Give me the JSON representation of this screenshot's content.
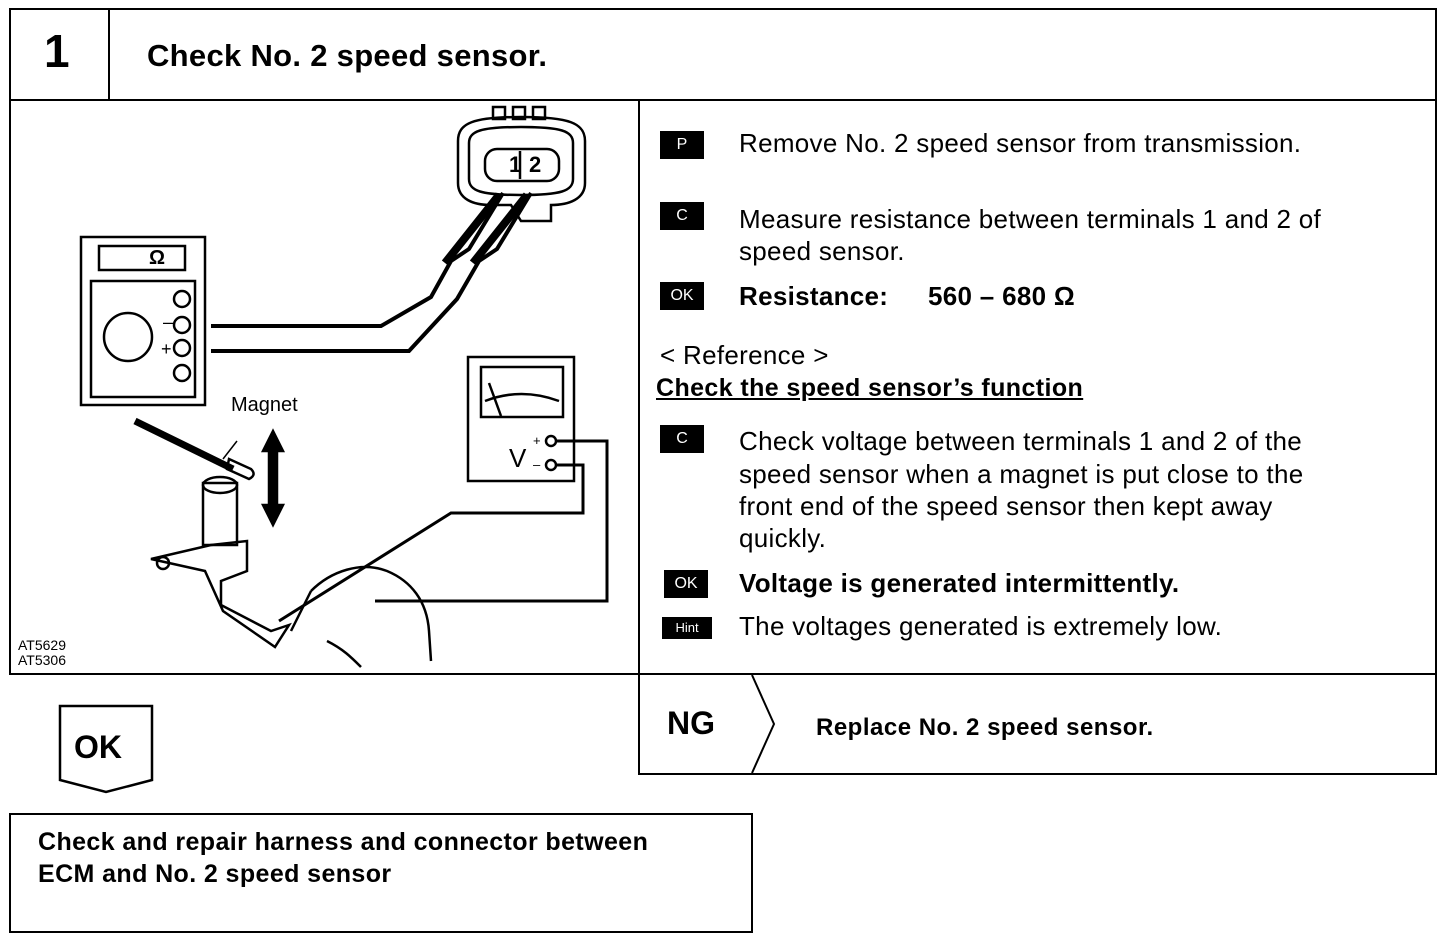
{
  "step": {
    "number": "1",
    "title": "Check No. 2 speed sensor."
  },
  "figure": {
    "codes": [
      "AT5629",
      "AT5306"
    ],
    "ohm_symbol": "Ω",
    "magnet_label": "Magnet",
    "voltmeter_label": "V",
    "terminal_labels": [
      "1",
      "2"
    ],
    "plus": "+",
    "minus": "–"
  },
  "instructions": [
    {
      "badge": "P",
      "text": "Remove No. 2 speed sensor from transmission."
    },
    {
      "badge": "C",
      "text_lines": [
        "Measure resistance between terminals 1 and 2 of",
        "speed sensor."
      ]
    },
    {
      "badge": "OK",
      "label": "Resistance:",
      "value": "560 – 680 Ω"
    }
  ],
  "reference": {
    "heading": "< Reference >",
    "title": "Check the speed sensor’s function",
    "check_badge": "C",
    "check_lines": [
      "Check voltage between terminals 1 and 2 of the",
      "speed sensor when a magnet is put close to the",
      "front end of the speed sensor then kept away",
      "quickly."
    ],
    "ok_badge": "OK",
    "ok_text": "Voltage is generated intermittently.",
    "hint_badge": "Hint",
    "hint_text": "The voltages generated is extremely low."
  },
  "ok_branch": {
    "label": "OK",
    "action_lines": [
      "Check and repair harness and connector between",
      "ECM and No. 2 speed sensor"
    ]
  },
  "ng_branch": {
    "label": "NG",
    "action": "Replace No. 2 speed sensor."
  }
}
